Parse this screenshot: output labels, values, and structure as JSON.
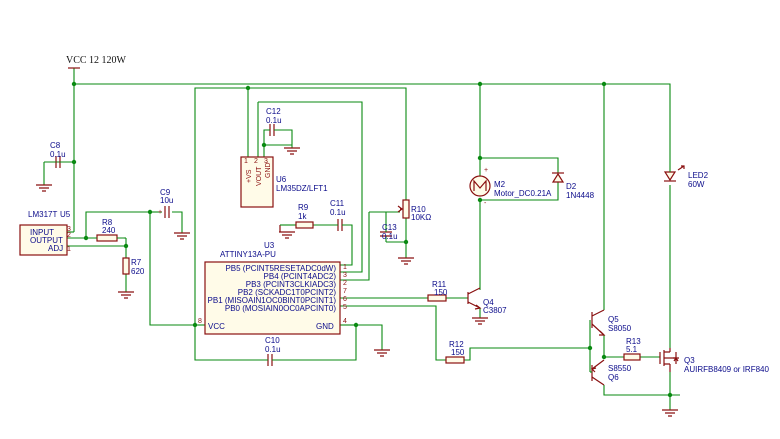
{
  "supply": {
    "label": "VCC 12 120W"
  },
  "regulator": {
    "ref": "U5",
    "value": "LM317T",
    "pin_input": "INPUT",
    "pin_output": "OUTPUT",
    "pin_adj": "ADJ",
    "pin_input_num": "3",
    "pin_output_num": "2",
    "pin_adj_num": "1"
  },
  "sensor": {
    "ref": "U6",
    "value": "LM35DZ/LFT1",
    "pin_vs": "+VS",
    "pin_vout": "VOUT",
    "pin_gnd": "GND",
    "pin_vs_num": "1",
    "pin_vout_num": "2",
    "pin_gnd_num": "3"
  },
  "mcu": {
    "ref": "U3",
    "value": "ATTINY13A-PU",
    "pins": [
      {
        "name": "PB5 (PCINT5RESETADC0dW)",
        "num": "1"
      },
      {
        "name": "PB4 (PCINT4ADC2)",
        "num": "3"
      },
      {
        "name": "PB3 (PCINT3CLKIADC3)",
        "num": "2"
      },
      {
        "name": "PB2 (SCKADC1T0PCINT2)",
        "num": "7"
      },
      {
        "name": "PB1 (MISOAIN1OC0BINT0PCINT1)",
        "num": "6"
      },
      {
        "name": "PB0 (MOSIAIN0OC0APCINT0)",
        "num": "5"
      }
    ],
    "vcc_pin": "VCC",
    "vcc_num": "8",
    "gnd_pin": "GND",
    "gnd_num": "4"
  },
  "components": {
    "c8": {
      "ref": "C8",
      "value": "0.1u"
    },
    "c9": {
      "ref": "C9",
      "value": "10u"
    },
    "c10": {
      "ref": "C10",
      "value": "0.1u"
    },
    "c11": {
      "ref": "C11",
      "value": "0.1u"
    },
    "c12": {
      "ref": "C12",
      "value": "0.1u"
    },
    "c13": {
      "ref": "C13",
      "value": "0.1u"
    },
    "r7": {
      "ref": "R7",
      "value": "620"
    },
    "r8": {
      "ref": "R8",
      "value": "240"
    },
    "r9": {
      "ref": "R9",
      "value": "1k"
    },
    "r10": {
      "ref": "R10",
      "value": "10KΩ"
    },
    "r11": {
      "ref": "R11",
      "value": "150"
    },
    "r12": {
      "ref": "R12",
      "value": "150"
    },
    "r13": {
      "ref": "R13",
      "value": "5.1"
    },
    "m2": {
      "ref": "M2",
      "value": "Motor_DC0.21A",
      "plus": "+",
      "minus": "-"
    },
    "d2": {
      "ref": "D2",
      "value": "1N4448"
    },
    "led2": {
      "ref": "LED2",
      "value": "60W"
    },
    "q3": {
      "ref": "Q3",
      "value": "AUIRFB8409 or IRF840"
    },
    "q4": {
      "ref": "Q4",
      "value": "C3807"
    },
    "q5": {
      "ref": "Q5",
      "value": "S8050"
    },
    "q6": {
      "ref": "Q6",
      "value": "S8550"
    }
  },
  "colors": {
    "wire": "#0a8a12",
    "component": "#8a1010",
    "label": "#0b0b8a",
    "background": "#ffffff"
  }
}
